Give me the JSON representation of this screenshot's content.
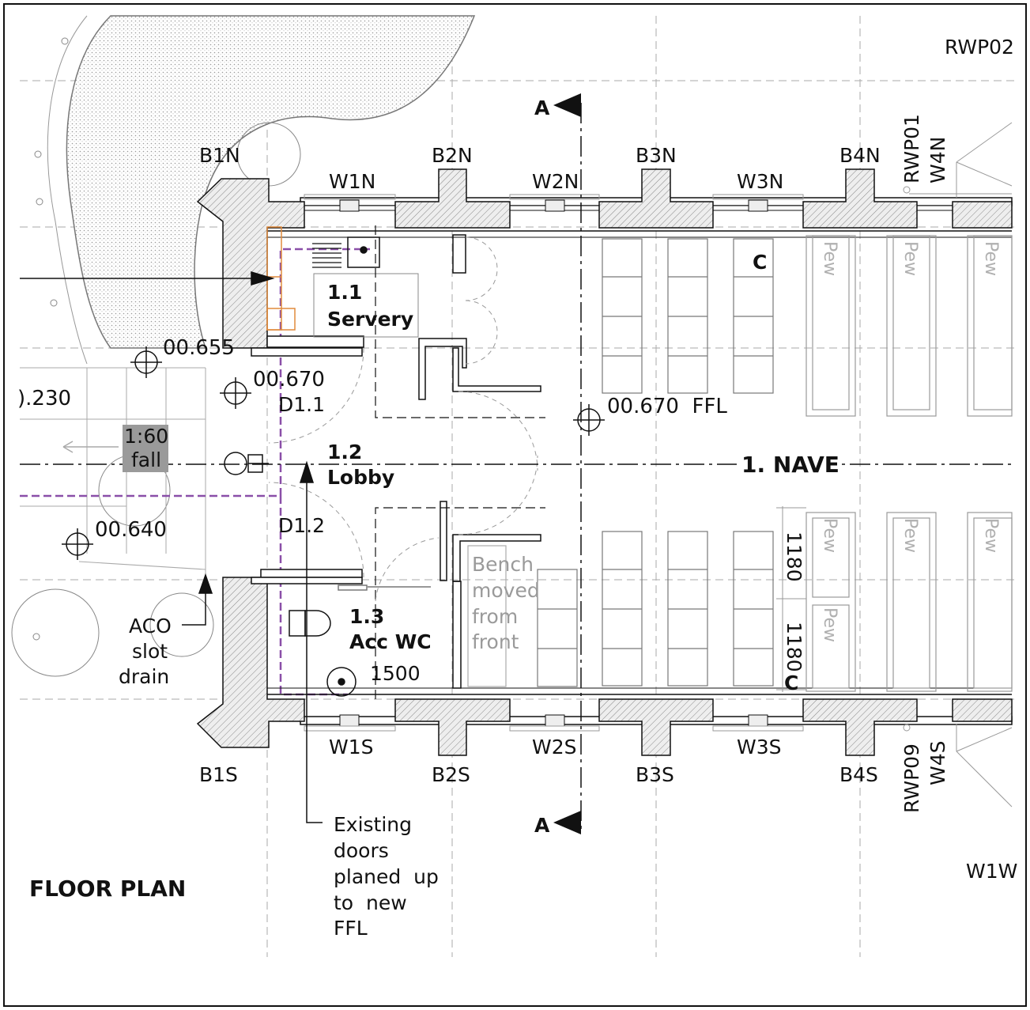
{
  "title": "FLOOR PLAN",
  "rooms": {
    "servery_num": "1.1",
    "servery_name": "Servery",
    "lobby_num": "1.2",
    "lobby_name": "Lobby",
    "wc_num": "1.3",
    "wc_name": "Acc WC",
    "nave": "1. NAVE"
  },
  "levels": {
    "l1": "00.655",
    "l2": "00.670",
    "l3": "00.670  FFL",
    "l4": "00.640",
    "l5": ").230"
  },
  "doors": {
    "d1": "D1.1",
    "d2": "D1.2"
  },
  "buttresses_north": [
    "B1N",
    "B2N",
    "B3N",
    "B4N"
  ],
  "windows_north": [
    "W1N",
    "W2N",
    "W3N",
    "W4N"
  ],
  "buttresses_south": [
    "B1S",
    "B2S",
    "B3S",
    "B4S"
  ],
  "windows_south": [
    "W1S",
    "W2S",
    "W3S",
    "W4S"
  ],
  "rwp": {
    "rwp01": "RWP01",
    "rwp02": "RWP02",
    "rwp09": "RWP09"
  },
  "w1w": "W1W",
  "section_mark": "A",
  "fall": {
    "ratio": "1:60",
    "word": "fall"
  },
  "aco": [
    "ACO",
    "slot",
    "drain"
  ],
  "existing_doors": [
    "Existing",
    "doors",
    "planed  up",
    "to  new",
    "FFL"
  ],
  "bench_note": [
    "Bench",
    "moved",
    "from",
    "front"
  ],
  "dims": {
    "d1180a": "1180",
    "d1180b": "1180",
    "d1500": "1500"
  },
  "chair_mark": "C",
  "pew_label": "Pew",
  "colors": {
    "line": "#111111",
    "hatch": "#d9d9d9",
    "drain": "#8a4fa8",
    "servery_unit": "#e08a3c",
    "fall_box": "#9a9a9a"
  }
}
